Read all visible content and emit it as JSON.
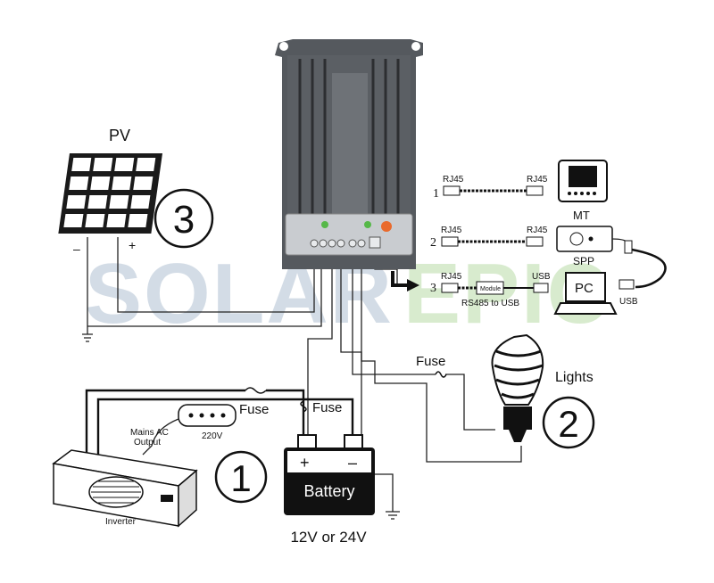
{
  "watermark": {
    "part1": "SOLAR",
    "part2": "EPIC",
    "color1": "#9fb3c8",
    "color2": "#a9d494"
  },
  "pv": {
    "label": "PV",
    "plus": "+",
    "minus": "–",
    "number": "3"
  },
  "connections": [
    {
      "index": "1",
      "left": "RJ45",
      "right": "RJ45",
      "device": "MT"
    },
    {
      "index": "2",
      "left": "RJ45",
      "right": "RJ45",
      "device": "SPP"
    },
    {
      "index": "3",
      "left": "RJ45",
      "module": "Module",
      "right": "USB",
      "sublabel": "RS485 to USB",
      "device": "PC",
      "port": "USB"
    }
  ],
  "loads": {
    "fuse": "Fuse",
    "label": "Lights",
    "number": "2"
  },
  "battery": {
    "label": "Battery",
    "plus": "+",
    "minus": "–",
    "voltage": "12V or 24V",
    "fuse": "Fuse",
    "number": "1"
  },
  "inverter": {
    "label": "Inverter",
    "output": "Mains AC\nOutput",
    "outlet": "220V",
    "fuse": "Fuse"
  },
  "controller": {
    "body_color": "#55595e"
  }
}
